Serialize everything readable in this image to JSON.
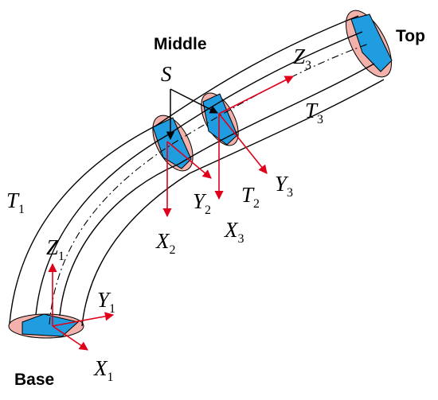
{
  "labels": {
    "top": "Top",
    "middle": "Middle",
    "base": "Base"
  },
  "symbols": {
    "S": "S",
    "T1": {
      "main": "T",
      "sub": "1"
    },
    "T2": {
      "main": "T",
      "sub": "2"
    },
    "T3": {
      "main": "T",
      "sub": "3"
    },
    "X1": {
      "main": "X",
      "sub": "1"
    },
    "Y1": {
      "main": "Y",
      "sub": "1"
    },
    "Z1": {
      "main": "Z",
      "sub": "1"
    },
    "X2": {
      "main": "X",
      "sub": "2"
    },
    "Y2": {
      "main": "Y",
      "sub": "2"
    },
    "X3": {
      "main": "X",
      "sub": "3"
    },
    "Y3": {
      "main": "Y",
      "sub": "3"
    },
    "Z3": {
      "main": "Z",
      "sub": "3"
    }
  },
  "colors": {
    "disc_fill": "#f2b1aa",
    "section_fill": "#1f9de0",
    "axis": "#e0001a",
    "outline": "#000000"
  }
}
